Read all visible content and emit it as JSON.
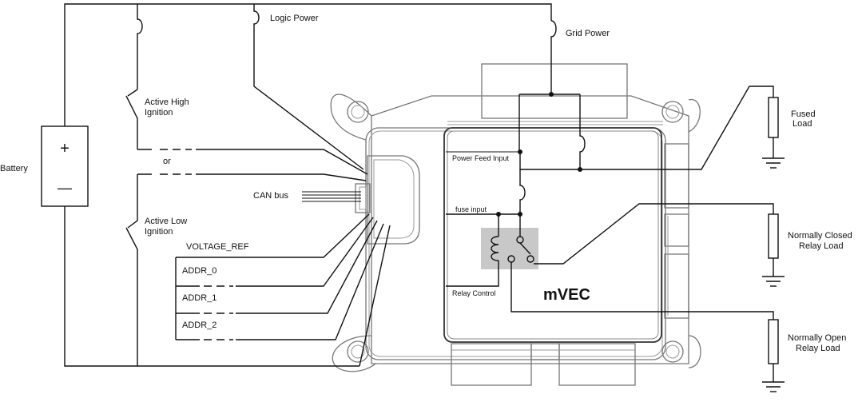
{
  "labels": {
    "battery": "Battery",
    "battery_plus": "+",
    "battery_minus": "—",
    "logic_power": "Logic Power",
    "grid_power": "Grid Power",
    "active_high_line1": "Active High",
    "active_high_line2": "Ignition",
    "or": "or",
    "can_bus": "CAN bus",
    "active_low_line1": "Active Low",
    "active_low_line2": "Ignition",
    "voltage_ref": "VOLTAGE_REF",
    "addr_0": "ADDR_0",
    "addr_1": "ADDR_1",
    "addr_2": "ADDR_2",
    "power_feed_input": "Power Feed Input",
    "fuse_input": "fuse input",
    "relay_control": "Relay Control",
    "module_name": "mVEC",
    "fused_load_line1": "Fused",
    "fused_load_line2": "Load",
    "nc_load_line1": "Normally Closed",
    "nc_load_line2": "Relay Load",
    "no_load_line1": "Normally Open",
    "no_load_line2": "Relay Load"
  }
}
